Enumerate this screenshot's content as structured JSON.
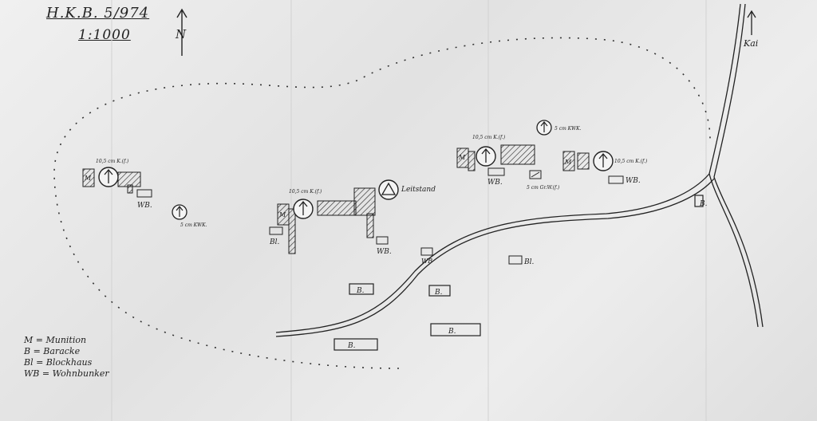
{
  "map": {
    "title": "H.K.B. 5/974",
    "scale": "1:1000",
    "north_label": "N",
    "road_label": "Kai",
    "labels": {
      "gun1": "10,5 cm K.(f.)",
      "gun2": "10,5 cm K.(f.)",
      "gun3": "10,5 cm K.(f.)",
      "gun4": "10,5 cm K.(f.)",
      "kwk1": "5 cm KWK.",
      "kwk2": "5 cm KWK.",
      "leitstand": "Leitstand",
      "granatwerfer": "5 cm Gr.W.(f.)",
      "wb1": "WB.",
      "wb2": "WB.",
      "wb3": "WB",
      "wb4": "WB.",
      "wb5": "WB.",
      "bl1": "Bl.",
      "bl2": "Bl.",
      "b1": "B.",
      "b2": "B.",
      "b3": "B.",
      "b4": "B.",
      "b5": "B.",
      "m": "M"
    }
  },
  "legend": {
    "items": [
      "M = Munition",
      "B = Baracke",
      "Bl = Blockhaus",
      "WB = Wohnbunker"
    ]
  }
}
